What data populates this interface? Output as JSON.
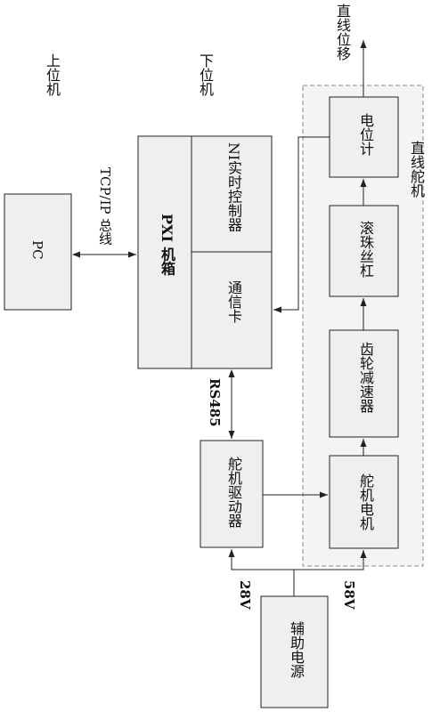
{
  "labels": {
    "upper_computer": "上位机",
    "lower_computer": "下位机",
    "pc": "PC",
    "tcp_bus": "TCP/IP 总线",
    "pxi_chassis": "PXI 机箱",
    "ni_controller": "NI实时控制器",
    "comm_card": "通信卡",
    "rs485": "RS485",
    "servo_driver": "舵机驱动器",
    "aux_power": "辅助电源",
    "v28": "28V",
    "v58": "58V",
    "linear_servo": "直线舵机",
    "potentiometer": "电位计",
    "ball_screw": "滚珠丝杠",
    "gear_reducer": "齿轮减速器",
    "servo_motor": "舵机电机",
    "linear_displacement": "直线位移"
  },
  "colors": {
    "box_fill": "#efefef",
    "stroke": "#222222",
    "dashed_group_fill": "#f4f4f4",
    "dashed_group_stroke": "#888888"
  }
}
